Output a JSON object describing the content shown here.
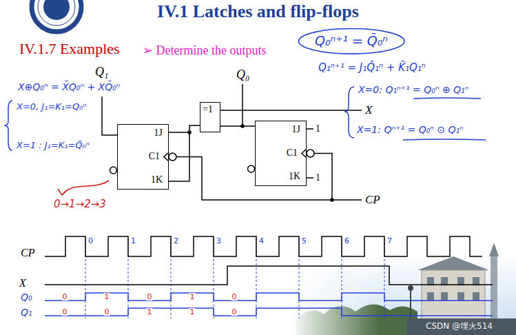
{
  "diagram": {
    "title": "IV.1 Latches and flip-flops",
    "nodes": [
      {
        "text": [
          "Q₀ⁿ⁺¹ = Q̄₀ⁿ"
        ]
      },
      {
        "text": [
          "1J",
          "C1",
          "1K"
        ]
      },
      {
        "text": [
          "=1"
        ]
      },
      {
        "text": [
          "1J",
          "C1",
          "1K"
        ]
      }
    ],
    "edges": [
      {
        "from": 3,
        "to": 2,
        "arrow": "none"
      },
      {
        "from": 2,
        "to": 1,
        "arrow": "none"
      }
    ],
    "labels": [
      "IV.1.7 Examples",
      "➢ Determine the outputs",
      "Q₁ⁿ⁺¹ = J₁Q̄₁ⁿ + K̄₁Q₁ⁿ",
      "X⊕Q₀ⁿ = X̄Q₀ⁿ + XQ̄₀ⁿ",
      "X=0, J₁=K₁=Q₀ⁿ",
      "X=1 : J₁=K₁=Q̄₀ⁿ",
      "X=0: Q₁ⁿ⁺¹ = Q₀ⁿ ⊕ Q₁ⁿ",
      "X=1: Qⁿ⁺¹ = Q₀ⁿ ⊙ Q₁ⁿ",
      "0→1→2→3",
      "Q₁",
      "Q₀",
      "X",
      "CP",
      "1",
      "1",
      "CP",
      "X",
      "Q₀",
      "Q₁",
      "0",
      "1",
      "2",
      "3",
      "4",
      "5",
      "6",
      "7",
      "0",
      "1",
      "0",
      "1",
      "0",
      "0",
      "0",
      "1",
      "1",
      "0",
      "CSDN @埋火514"
    ]
  }
}
